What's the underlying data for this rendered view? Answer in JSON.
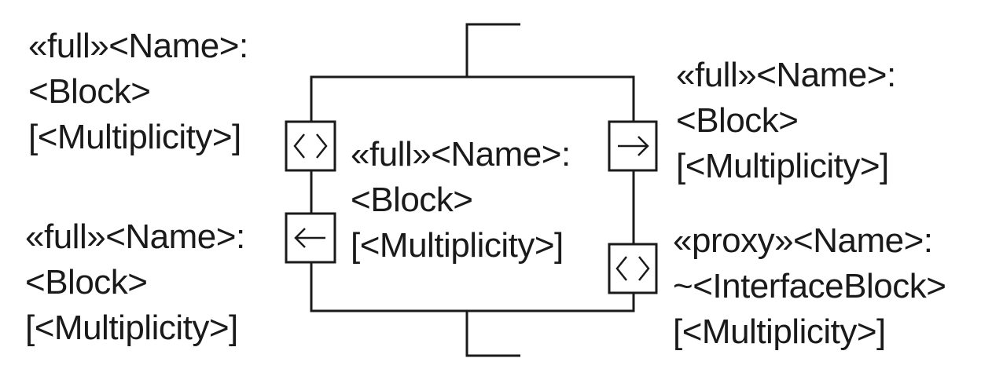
{
  "labels": {
    "top_left": {
      "line1": "«full»<Name>:",
      "line2": "<Block>",
      "line3": "[<Multiplicity>]"
    },
    "top_right": {
      "line1": "«full»<Name>:",
      "line2": "<Block>",
      "line3": "[<Multiplicity>]"
    },
    "center": {
      "line1": "«full»<Name>:",
      "line2": "<Block>",
      "line3": "[<Multiplicity>]"
    },
    "bottom_left": {
      "line1": "«full»<Name>:",
      "line2": "<Block>",
      "line3": "[<Multiplicity>]"
    },
    "bottom_right": {
      "line1": "«proxy»<Name>:",
      "line2": "~<InterfaceBlock>",
      "line3": "[<Multiplicity>]"
    }
  },
  "ports": {
    "left_upper": {
      "icon": "bidirectional-port-icon",
      "glyph": "< >"
    },
    "left_lower": {
      "icon": "in-port-arrow-icon",
      "glyph": "←"
    },
    "right_upper": {
      "icon": "out-port-arrow-icon",
      "glyph": "→"
    },
    "right_lower": {
      "icon": "bidirectional-port-icon",
      "glyph": "< >"
    }
  }
}
